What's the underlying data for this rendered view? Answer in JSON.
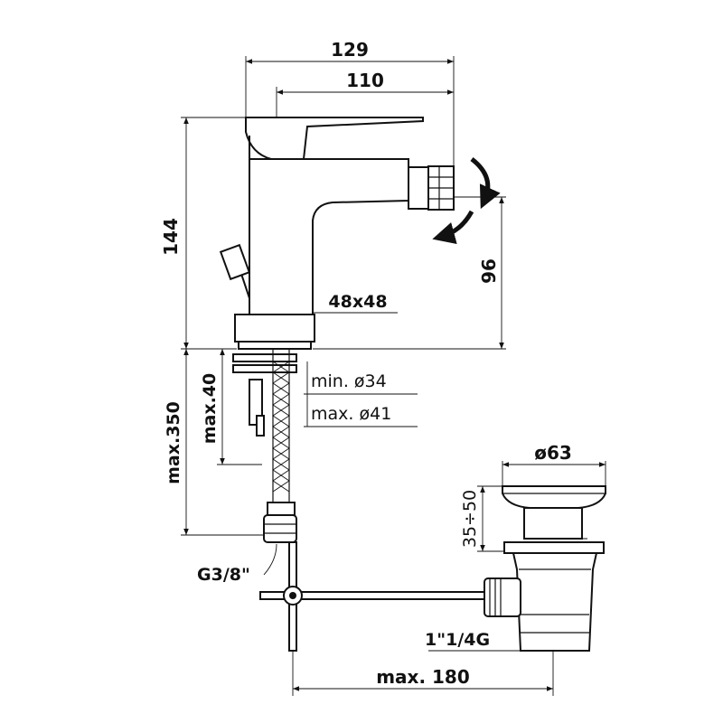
{
  "dimensions": {
    "top_overall": "129",
    "top_spout": "110",
    "height_body": "144",
    "spout_height": "96",
    "base_size": "48x48",
    "hole_min": "min. ø34",
    "hole_max": "max. ø41",
    "deck_max": "max.40",
    "hose_max": "max.350",
    "hose_thread": "G3/8\"",
    "waste_diameter": "ø63",
    "waste_stroke": "35÷50",
    "waste_thread": "1\"1/4G",
    "rod_length": "max. 180"
  }
}
